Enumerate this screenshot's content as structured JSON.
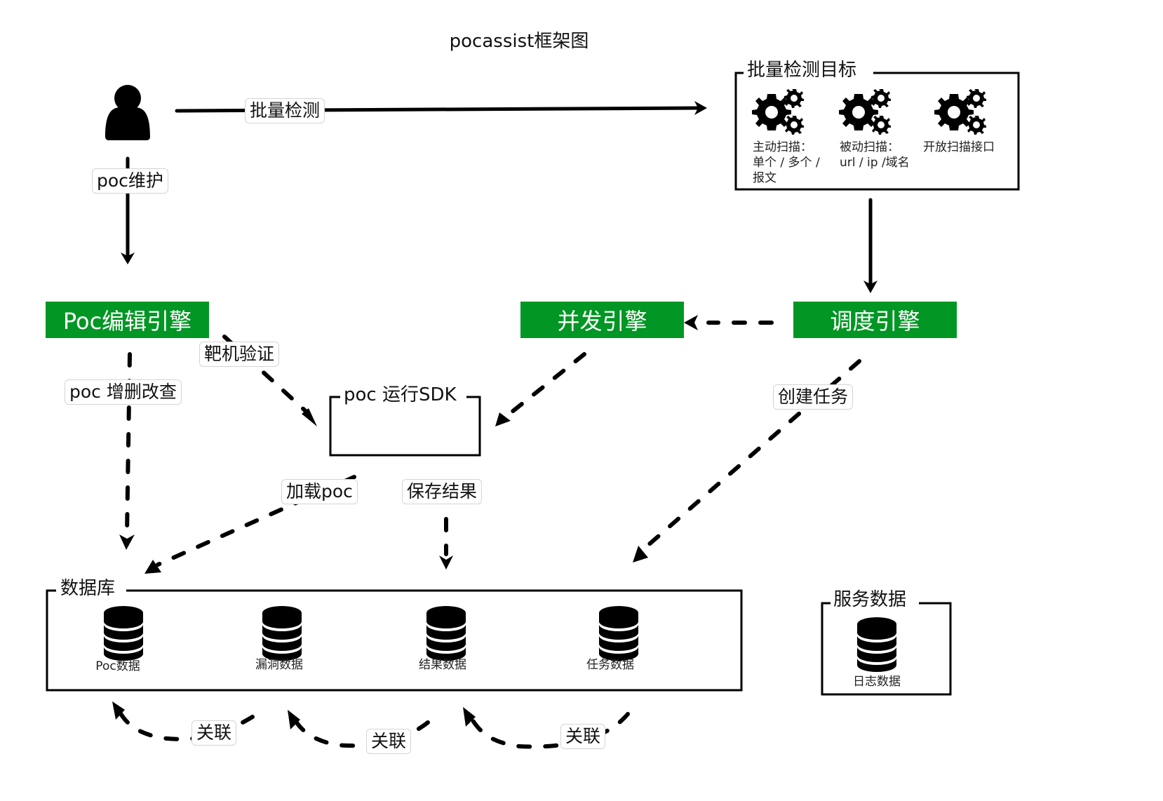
{
  "title": "pocassist框架图",
  "colors": {
    "engine_green": "#029624",
    "line": "#000000",
    "label_border": "#d4d4d4"
  },
  "actor": {
    "icon": "user-icon"
  },
  "edges": {
    "batch_detect": "批量检测",
    "poc_maintain": "poc维护",
    "target_verify": "靶机验证",
    "poc_crud": "poc 增删改查",
    "load_poc": "加载poc",
    "save_result": "保存结果",
    "create_task": "创建任务",
    "relate_1": "关联",
    "relate_2": "关联",
    "relate_3": "关联"
  },
  "targets": {
    "title": "批量检测目标",
    "items": [
      {
        "icon": "gears-icon",
        "text": "主动扫描：\n单个 / 多个 /\n报文"
      },
      {
        "icon": "gears-icon",
        "text": "被动扫描：\nurl / ip /域名"
      },
      {
        "icon": "gears-icon",
        "text": "开放扫描接口"
      }
    ]
  },
  "engines": {
    "poc_editor": "Poc编辑引擎",
    "concurrency": "并发引擎",
    "scheduler": "调度引擎"
  },
  "sdk": {
    "title": "poc 运行SDK"
  },
  "database": {
    "title": "数据库",
    "items": [
      {
        "icon": "database-icon",
        "label": "Poc数据"
      },
      {
        "icon": "database-icon",
        "label": "漏洞数据"
      },
      {
        "icon": "database-icon",
        "label": "结果数据"
      },
      {
        "icon": "database-icon",
        "label": "任务数据"
      }
    ]
  },
  "service_data": {
    "title": "服务数据",
    "items": [
      {
        "icon": "database-icon",
        "label": "日志数据"
      }
    ]
  }
}
